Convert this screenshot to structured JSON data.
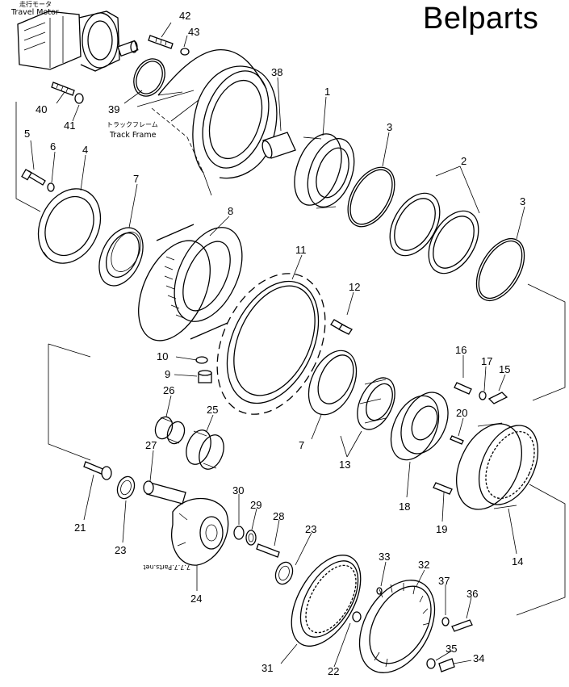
{
  "brand": "Belparts",
  "travel_motor_jp": "走行モータ",
  "travel_motor": "Travel Motor",
  "track_frame_jp": "トラックフレーム",
  "track_frame": "Track Frame",
  "watermark": "7.7.7.Parts.net",
  "callouts": {
    "c1": "1",
    "c2": "2",
    "c3a": "3",
    "c3b": "3",
    "c4": "4",
    "c5": "5",
    "c6": "6",
    "c7a": "7",
    "c7b": "7",
    "c8": "8",
    "c9": "9",
    "c10": "10",
    "c11": "11",
    "c12": "12",
    "c13": "13",
    "c14": "14",
    "c15": "15",
    "c16": "16",
    "c17": "17",
    "c18": "18",
    "c19": "19",
    "c20": "20",
    "c21": "21",
    "c22": "22",
    "c23a": "23",
    "c23b": "23",
    "c24": "24",
    "c25": "25",
    "c26": "26",
    "c27": "27",
    "c28": "28",
    "c29": "29",
    "c30": "30",
    "c31": "31",
    "c32": "32",
    "c33": "33",
    "c34": "34",
    "c35": "35",
    "c36": "36",
    "c37": "37",
    "c38": "38",
    "c39": "39",
    "c40": "40",
    "c41": "41",
    "c42": "42",
    "c43": "43"
  }
}
